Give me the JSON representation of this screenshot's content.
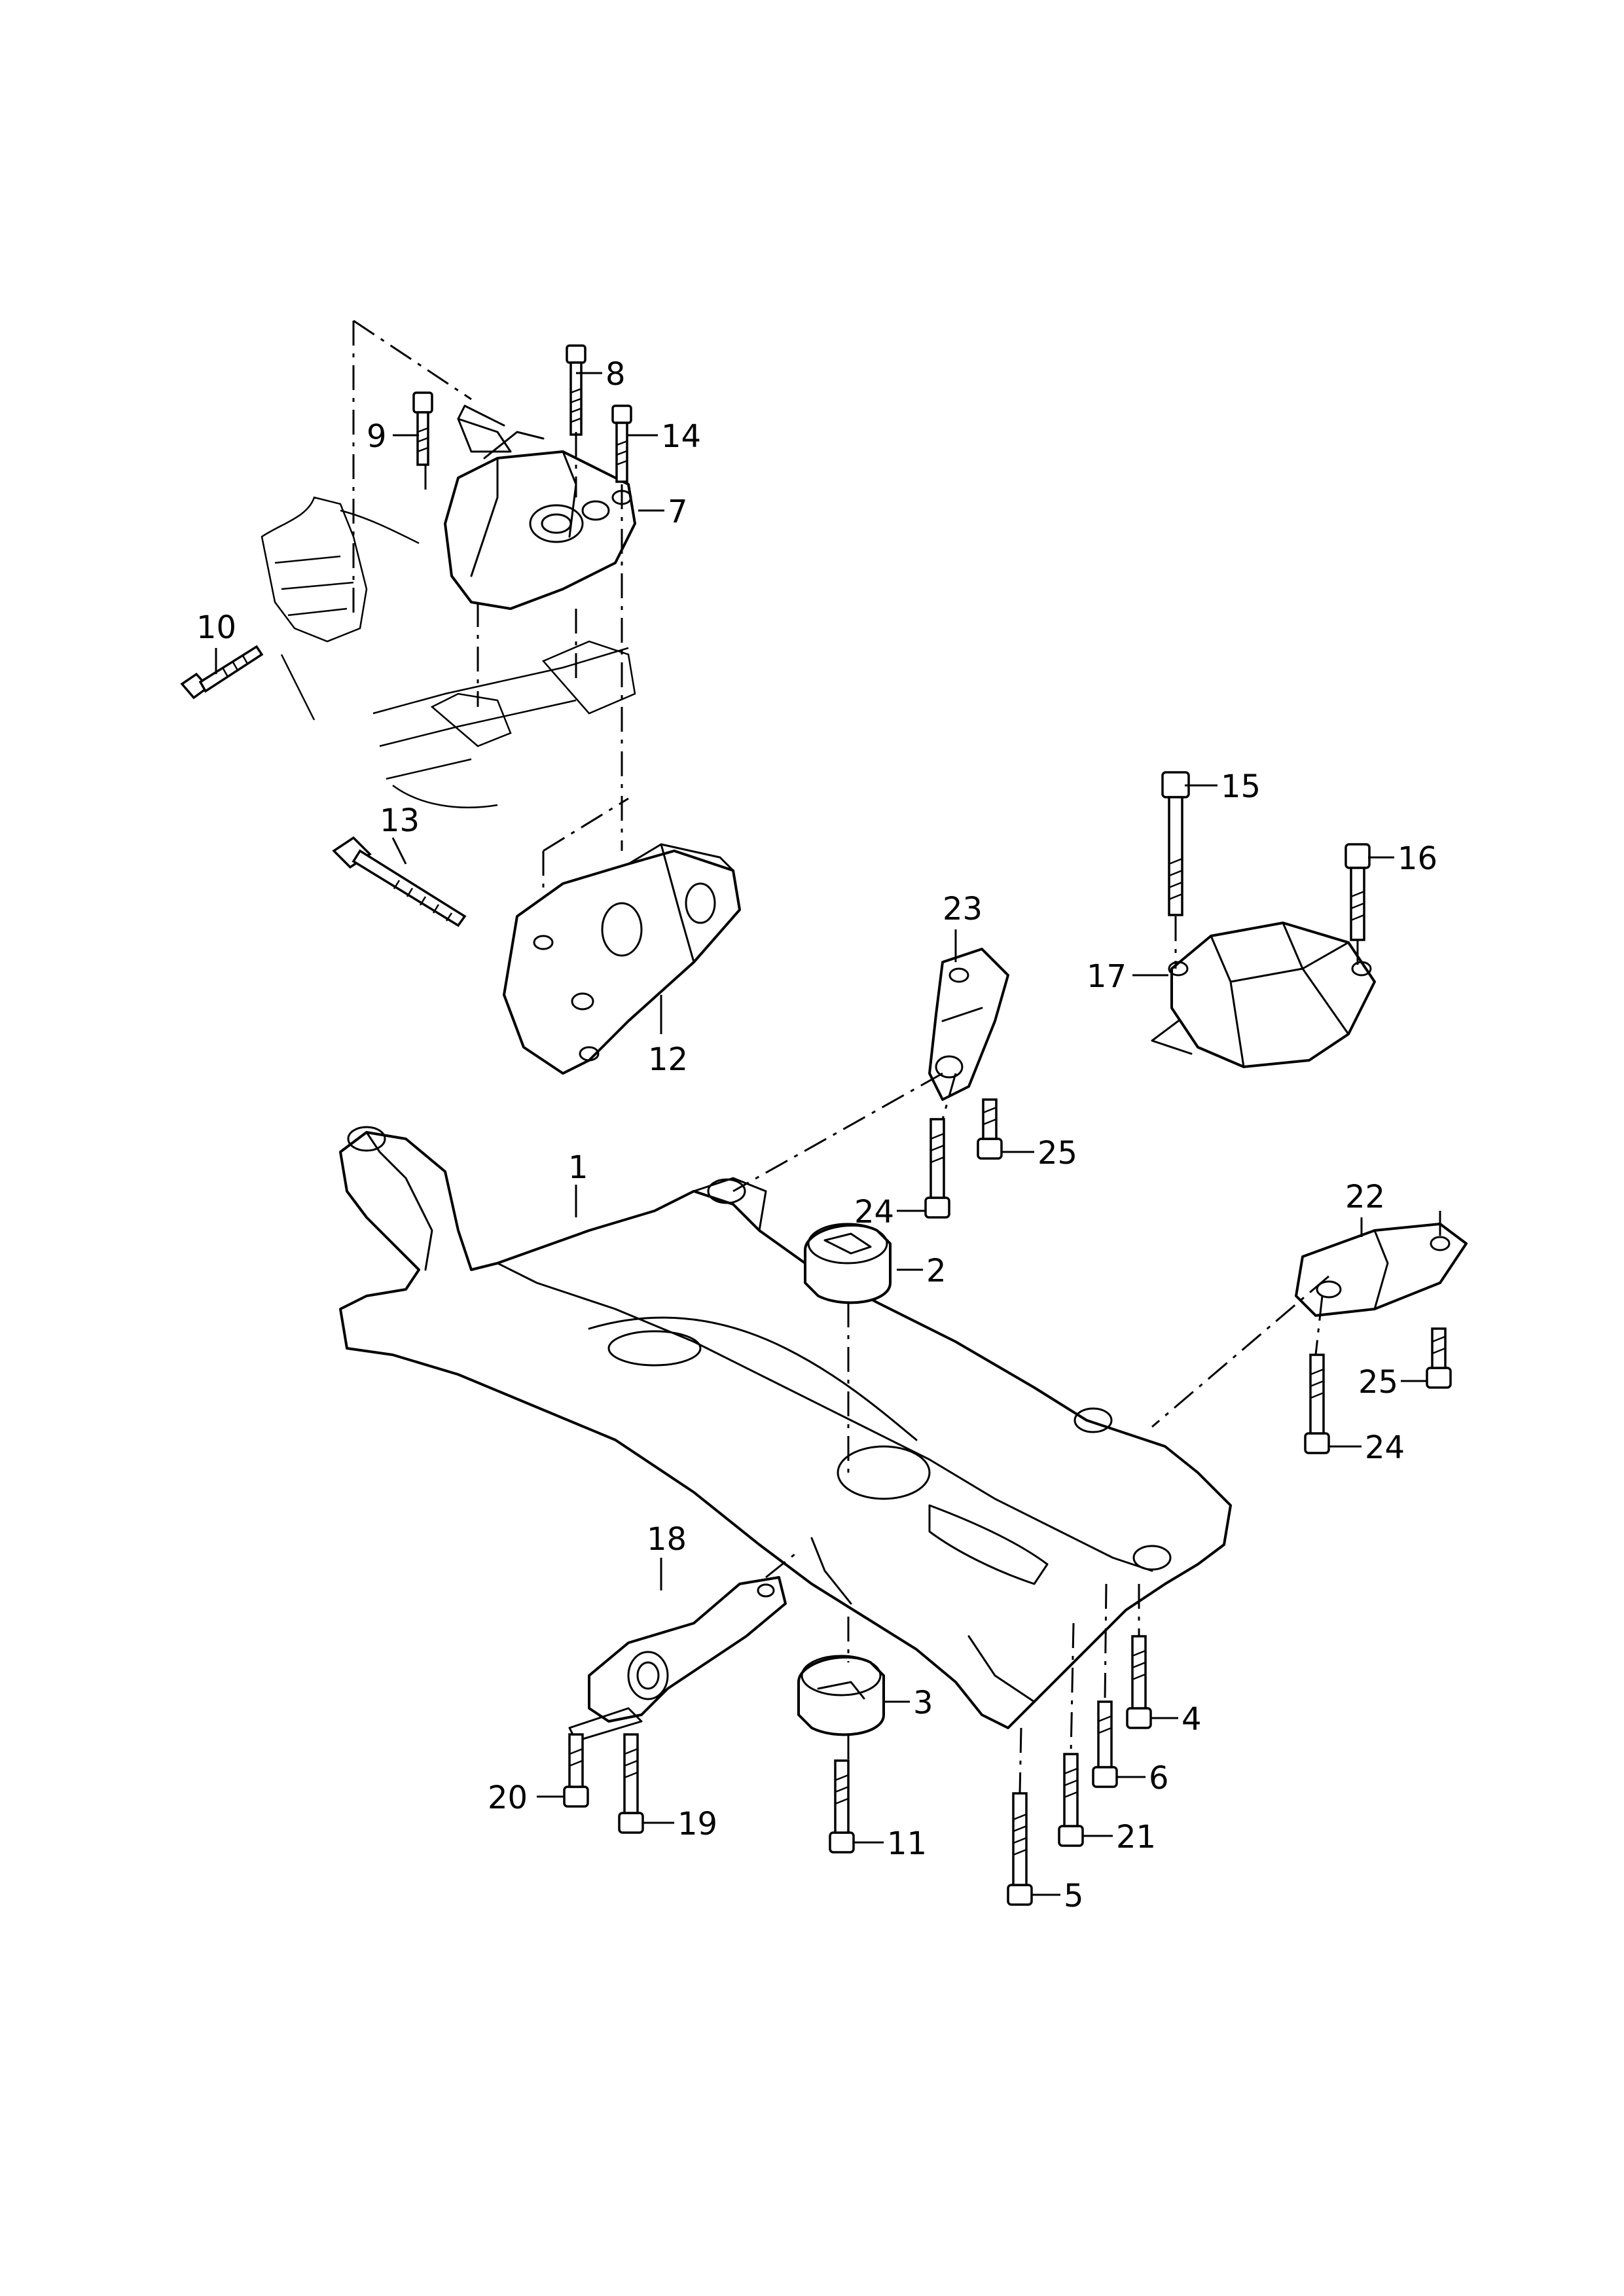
{
  "callouts": [
    {
      "id": "c1",
      "text": "1"
    },
    {
      "id": "c2",
      "text": "2"
    },
    {
      "id": "c3",
      "text": "3"
    },
    {
      "id": "c4",
      "text": "4"
    },
    {
      "id": "c5",
      "text": "5"
    },
    {
      "id": "c6",
      "text": "6"
    },
    {
      "id": "c7",
      "text": "7"
    },
    {
      "id": "c8",
      "text": "8"
    },
    {
      "id": "c9",
      "text": "9"
    },
    {
      "id": "c10",
      "text": "10"
    },
    {
      "id": "c11",
      "text": "11"
    },
    {
      "id": "c12",
      "text": "12"
    },
    {
      "id": "c13",
      "text": "13"
    },
    {
      "id": "c14",
      "text": "14"
    },
    {
      "id": "c15",
      "text": "15"
    },
    {
      "id": "c16",
      "text": "16"
    },
    {
      "id": "c17",
      "text": "17"
    },
    {
      "id": "c18",
      "text": "18"
    },
    {
      "id": "c19",
      "text": "19"
    },
    {
      "id": "c20",
      "text": "20"
    },
    {
      "id": "c21",
      "text": "21"
    },
    {
      "id": "c22",
      "text": "22"
    },
    {
      "id": "c23",
      "text": "23"
    },
    {
      "id": "c24a",
      "text": "24"
    },
    {
      "id": "c24b",
      "text": "24"
    },
    {
      "id": "c25a",
      "text": "25"
    },
    {
      "id": "c25b",
      "text": "25"
    }
  ]
}
